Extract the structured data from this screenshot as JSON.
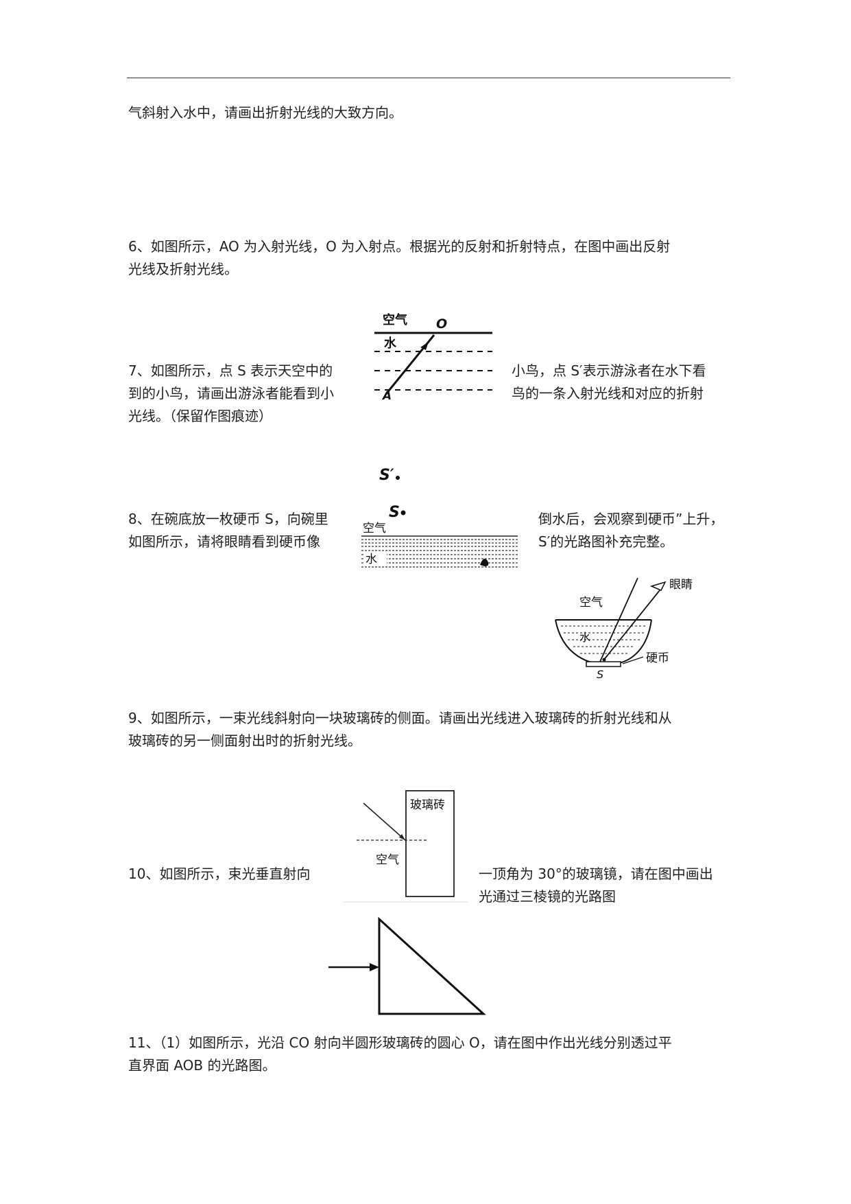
{
  "top_continuation": "气斜射入水中，请画出折射光线的大致方向。",
  "q6": {
    "line1": "6、如图所示，AO 为入射光线，O 为入射点。根据光的反射和折射特点，在图中画出反射",
    "line2": "光线及折射光线。",
    "figure": {
      "air": "空气",
      "water": "水",
      "point_o": "O",
      "point_a": "A"
    }
  },
  "q7": {
    "left": [
      "7、如图所示，点 S 表示天空中的",
      "到的小鸟，请画出游泳者能看到小",
      "光线。（保留作图痕迹）"
    ],
    "right": [
      "小鸟，点 S′表示游泳者在水下看",
      "鸟的一条入射光线和对应的折射"
    ],
    "figure": {
      "s_prime": "S′",
      "s": "S",
      "air": "空气",
      "water": "水"
    }
  },
  "q8": {
    "left": [
      "8、在碗底放一枚硬币 S，向碗里",
      "如图所示，请将眼睛看到硬币像"
    ],
    "right": [
      "倒水后，会观察到硬币”上升，",
      "S′的光路图补充完整。"
    ],
    "figure": {
      "eye": "眼睛",
      "air": "空气",
      "water": "水",
      "coin": "硬币",
      "s": "S"
    }
  },
  "q9": {
    "line1": "9、如图所示，一束光线斜射向一块玻璃砖的侧面。请画出光线进入玻璃砖的折射光线和从",
    "line2": "玻璃砖的另一侧面射出时的折射光线。",
    "figure": {
      "glass": "玻璃砖",
      "air": "空气"
    }
  },
  "q10": {
    "left": "10、如图所示，束光垂直射向",
    "right": [
      "一顶角为 30°的玻璃镜，请在图中画出",
      "光通过三棱镜的光路图"
    ]
  },
  "q11": {
    "line1": "11、（1）如图所示，光沿 CO 射向半圆形玻璃砖的圆心 O，请在图中作出光线分别透过平",
    "line2": "直界面 AOB 的光路图。"
  }
}
